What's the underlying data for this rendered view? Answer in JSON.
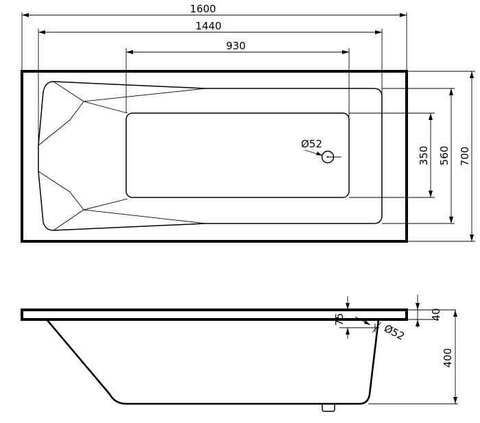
{
  "top_view": {
    "length_overall": "1600",
    "length_inner": "1440",
    "length_bottom": "930",
    "width_bottom": "350",
    "width_inner": "560",
    "width_overall": "700",
    "drain_diameter": "Ø52"
  },
  "side_view": {
    "rim_thickness": "40",
    "drain_offset": "75",
    "overflow_diameter": "Ø52",
    "depth": "400"
  }
}
